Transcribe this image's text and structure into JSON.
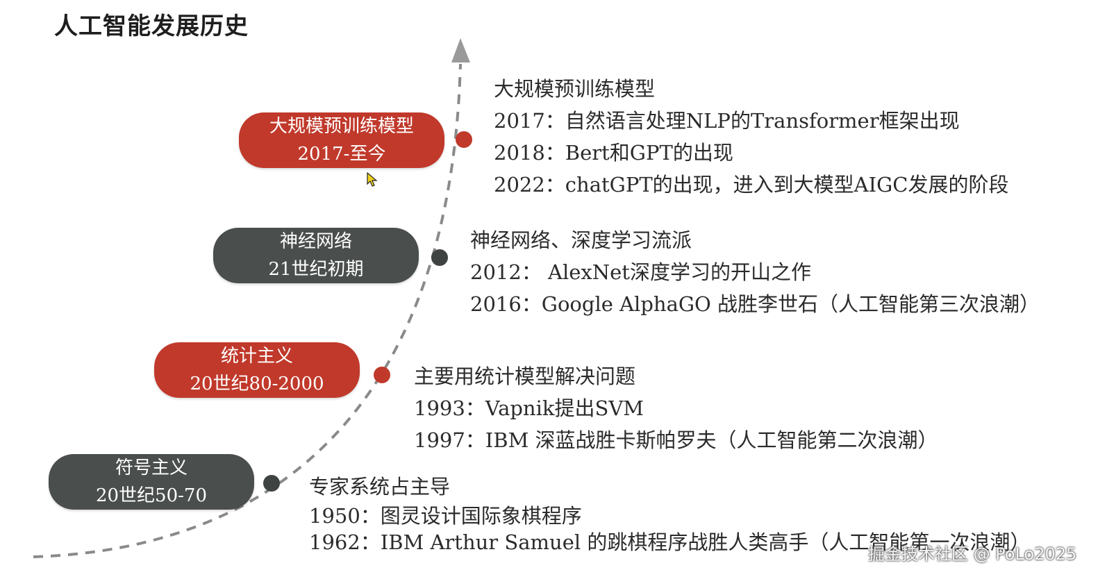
{
  "title": "人工智能发展历史",
  "stages": [
    {
      "name": "符号主义",
      "period": "20世纪50-70",
      "color": "gray",
      "heading": "专家系统占主导",
      "events": [
        "1950：图灵设计国际象棋程序",
        "1962：IBM Arthur Samuel 的跳棋程序战胜人类高手（人工智能第一次浪潮）"
      ]
    },
    {
      "name": "统计主义",
      "period": "20世纪80-2000",
      "color": "red",
      "heading": "主要用统计模型解决问题",
      "events": [
        "1993：Vapnik提出SVM",
        "1997：IBM 深蓝战胜卡斯帕罗夫（人工智能第二次浪潮）"
      ]
    },
    {
      "name": "神经网络",
      "period": "21世纪初期",
      "color": "gray",
      "heading": "神经网络、深度学习流派",
      "events": [
        "2012：  AlexNet深度学习的开山之作",
        "2016：Google AlphaGO 战胜李世石（人工智能第三次浪潮）"
      ]
    },
    {
      "name": "大规模预训练模型",
      "period": "2017-至今",
      "color": "red",
      "heading": "大规模预训练模型",
      "events": [
        "2017：自然语言处理NLP的Transformer框架出现",
        "2018：Bert和GPT的出现",
        "2022：chatGPT的出现，进入到大模型AIGC发展的阶段"
      ]
    }
  ],
  "colors": {
    "red": "#c0392b",
    "gray": "#4a4e4d",
    "curve": "#8a8a8a"
  },
  "watermark": "掘金技术社区 @ PoLo2025"
}
